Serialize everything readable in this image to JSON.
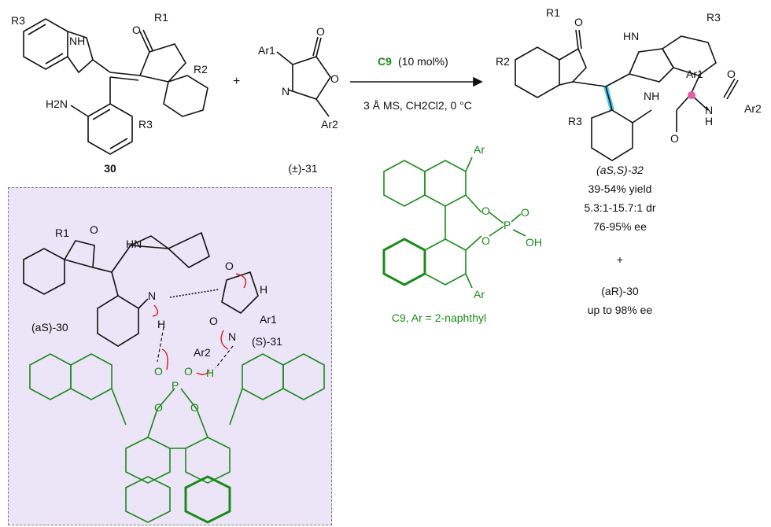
{
  "reactants": {
    "compound30_label": "30",
    "compound31_label": "(±)-31",
    "plus": "+"
  },
  "conditions": {
    "catalyst": "C9",
    "loading": "(10 mol%)",
    "line2": "3 Å MS, CH2Cl2, 0 °C"
  },
  "product": {
    "label": "(aS,S)-32",
    "yield": "39-54% yield",
    "dr": "5.3:1-15.7:1 dr",
    "ee": "76-95% ee",
    "plus": "+",
    "recovered_label": "(aR)-30",
    "recovered_ee": "up to 98% ee"
  },
  "catalyst_box": {
    "caption": "C9, Ar = 2-naphthyl",
    "ar_top": "Ar",
    "ar_bottom": "Ar",
    "oh": "OH"
  },
  "mechanism": {
    "left_label": "(aS)-30",
    "right_label": "(S)-31"
  },
  "atoms": {
    "R1": "R1",
    "R2": "R2",
    "R3": "R3",
    "Ar1": "Ar1",
    "Ar2": "Ar2",
    "NH": "NH",
    "HN": "HN",
    "H2N": "H2N",
    "N": "N",
    "O": "O",
    "H": "H",
    "P": "P"
  }
}
